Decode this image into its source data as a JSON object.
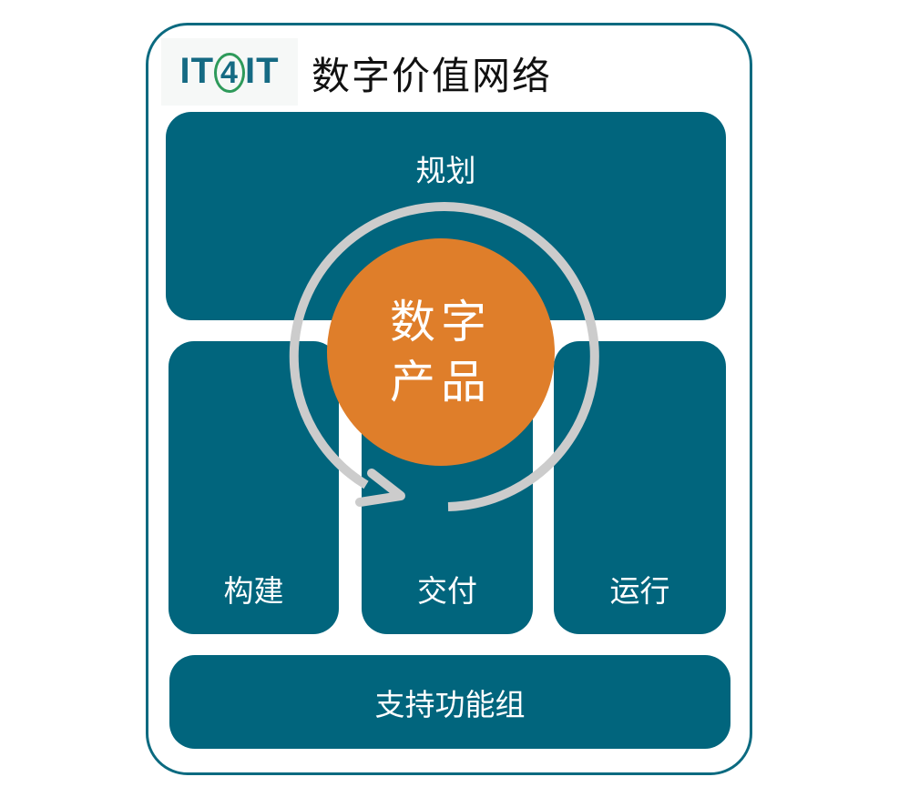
{
  "header": {
    "logo_text": "IT4IT",
    "title": "数字价值网络"
  },
  "areas": {
    "plan": "规划",
    "build": "构建",
    "deliver": "交付",
    "run": "运行",
    "support": "支持功能组"
  },
  "core": {
    "line1": "数字",
    "line2": "产品"
  },
  "colors": {
    "teal": "#01657d",
    "orange": "#df7e2a",
    "ring": "#cccccc"
  }
}
